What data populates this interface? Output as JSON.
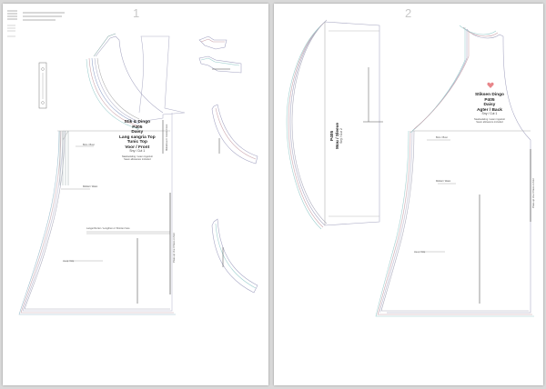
{
  "pages": [
    {
      "number": "1",
      "pattern_title": {
        "brand": "Stik & Dingo",
        "code": "P405",
        "name": "Daisy",
        "variant_1": "Lang sangria Top",
        "variant_2": "Tunic Top",
        "view": "Voor / Front",
        "cut": "Sny / Cut 1"
      },
      "notes": [
        "Naaitoelating / seam ingesluit",
        "Seam allowance included"
      ],
      "markers": {
        "bust": "Bors / Bust",
        "waist": "Middel / Waist",
        "hip": "Heup / Hip",
        "center_front": "Middelvoor / Centre Front",
        "place_on_fold": "Plaas op Vou / Place on fold",
        "lengthen": "Langer/Korter / Lengthen or Shorten here"
      },
      "small_pieces": [
        "Bias strip",
        "Facing",
        "Neck binding",
        "Armhole binding"
      ]
    },
    {
      "number": "2",
      "pattern_title": {
        "brand": "Stiksen Dingo",
        "code": "P405",
        "name": "Daisy",
        "view": "Agter / Back",
        "cut": "Sny / Cut 1"
      },
      "sleeve_title": {
        "code": "P405",
        "view": "Mou / Sleeve",
        "cut": "Sny / Cut 2"
      },
      "notes": [
        "Naaitoelating / seam ingesluit",
        "Seam allowance included"
      ],
      "markers": {
        "bust": "Bors / Bust",
        "waist": "Middel / Waist",
        "hip": "Heup / Hip",
        "place_on_fold": "Plaas op Vou / Place on fold"
      },
      "logo_color": "#e8868a"
    }
  ]
}
